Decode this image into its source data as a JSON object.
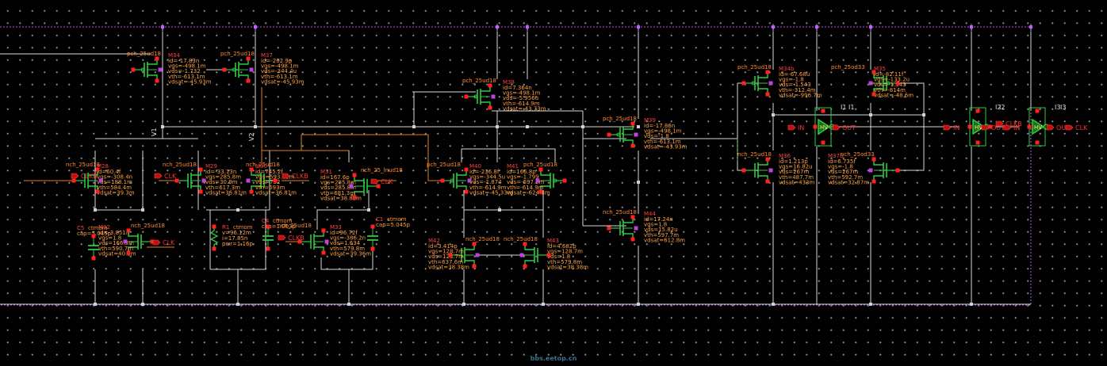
{
  "colors": {
    "rail": "#b65cf0",
    "wire": "#d8d8d8",
    "dev": "#2ecc40",
    "label": "#ff8a30",
    "param": "#ffa040",
    "pin": "#ff2020",
    "net": "#e08020",
    "pnet": "#c070ff",
    "watermark": "#3a6e8a"
  },
  "net_labels": [
    "V1",
    "V2",
    "I1",
    "I2",
    "I3"
  ],
  "pins": [
    {
      "id": "clkb_1",
      "text": "CLKB"
    },
    {
      "id": "clk_1",
      "text": "CLK"
    },
    {
      "id": "clkb_2",
      "text": "CLKB"
    },
    {
      "id": "clk_2",
      "text": "CLK"
    },
    {
      "id": "clk_3",
      "text": "CLK"
    },
    {
      "id": "clkb_3",
      "text": "CLKB"
    },
    {
      "id": "in_1",
      "text": "IN"
    },
    {
      "id": "out_1",
      "text": "OUT"
    },
    {
      "id": "in_2",
      "text": "IN"
    },
    {
      "id": "out_2",
      "text": "OUT"
    },
    {
      "id": "clkb_4",
      "text": "CLKB"
    },
    {
      "id": "in_3",
      "text": "IN"
    },
    {
      "id": "out_3",
      "text": "OUT"
    },
    {
      "id": "clk_4",
      "text": "CLK"
    }
  ],
  "devices": [
    {
      "id": "M34",
      "model": "pch_25ud18",
      "params": [
        "id=-17.83n",
        "vgs=-498.1m",
        "vds=-1.732",
        "vth=-613.1m",
        "vdsat=-45.93m"
      ]
    },
    {
      "id": "M37",
      "model": "pch_25ud18",
      "params": [
        "id=-202.9p",
        "vgs=-498.1m",
        "vds=-344.4u",
        "vth=-613.1m",
        "vdsat=-45.93m"
      ]
    },
    {
      "id": "M38",
      "model": "pch_25ud18",
      "params": [
        "id=7.364n",
        "vgs=-498.1m",
        "vds=-5.956u",
        "vth=-614.9m",
        "vdsat=-43.73m"
      ]
    },
    {
      "id": "M39",
      "model": "pch_25ud18",
      "params": [
        "id=-17.86n",
        "vgs=-498.1m",
        "vds=-1.8",
        "vth=-613.1m",
        "vdsat=-43.93m"
      ]
    },
    {
      "id": "M34b",
      "model": "pch_25ud18",
      "params": [
        "id=-67.68u",
        "vgs=-1.8",
        "vds=-1.543",
        "vth=-312.4m",
        "vdsat=-996.7m"
      ]
    },
    {
      "id": "M35",
      "model": "pch_25od33",
      "params": [
        "id=-82.11f",
        "vgs=-133.2u",
        "vds=-1.543",
        "vth=-814m",
        "vdsat=-48.6m"
      ]
    },
    {
      "id": "M28",
      "model": "nch_25ud18",
      "params": [
        "id=60.4f",
        "vgs=-308.4n",
        "vds=188.1m",
        "vth=584.4m",
        "vdsat=39.3m"
      ]
    },
    {
      "id": "M29",
      "model": "nch_25ud18",
      "params": [
        "id=-33.13n",
        "vgs=285.8m",
        "vds=30.9m",
        "vth=617.3m",
        "vdsat=36.81m"
      ]
    },
    {
      "id": "M30",
      "model": "nch_25ud18",
      "params": [
        "id=745.2f",
        "vgs=593.12m",
        "vds=732",
        "vth=593m",
        "vdsat=36.81m"
      ]
    },
    {
      "id": "M31",
      "model": "nch_25_lnud18",
      "params": [
        "id=167.6p",
        "vgs=285.8m",
        "vds=285.8m",
        "vth=681.3m",
        "vdsat=38.82m"
      ]
    },
    {
      "id": "M32",
      "model": "nch_25ud18",
      "params": [
        "id=-3.851n",
        "vgs=1.8",
        "vds=166.3m",
        "vth=590.7m",
        "vdsat=40.2m"
      ]
    },
    {
      "id": "M33",
      "model": "nch_25ud18",
      "params": [
        "id=96.72f",
        "vgs=-386.2n",
        "vds=1.634",
        "vth=579.8m",
        "vdsat=39.36m"
      ]
    },
    {
      "id": "M40",
      "model": "pch_25ud18",
      "params": [
        "id=-236.8f",
        "vgs=-344.5u",
        "vds=-1.874",
        "vth=-614.9m",
        "vdsat=-45.33m"
      ]
    },
    {
      "id": "M41",
      "model": "pch_25ud18",
      "params": [
        "id=166.8p",
        "vgs=-1.799",
        "vds=-697.8m",
        "vth=-614.9m",
        "vdsat=-624.8m"
      ]
    },
    {
      "id": "M42",
      "model": "nch_25ud18",
      "params": [
        "id=3.414p",
        "vgs=128.7m",
        "vds=123.7m",
        "vth=637.6m",
        "vdsat=38.38m"
      ]
    },
    {
      "id": "M43",
      "model": "nch_25ud18",
      "params": [
        "id=4.682p",
        "vgs=128.7m",
        "vds=1.8",
        "vth=579.8m",
        "vdsat=38.38m"
      ]
    },
    {
      "id": "M44",
      "model": "nch_25ud18",
      "params": [
        "id=17.24n",
        "vgs=1.8",
        "vds=15.82u",
        "vth=597.7m",
        "vdsat=612.8m"
      ]
    },
    {
      "id": "M36",
      "model": "nch_25ud18",
      "params": [
        "id=1.213p",
        "vgs=16.82u",
        "vds=267m",
        "vth=487.7m",
        "vdsat=433m"
      ]
    },
    {
      "id": "M37b",
      "model": "nch_25od33",
      "params": [
        "id=6.735f",
        "vgs=-1.8",
        "vds=267m",
        "vth=592.7m",
        "vdsat=32.87m"
      ]
    }
  ],
  "passives": [
    {
      "id": "C5",
      "model": "ctmom",
      "params": [
        "cap=5.045p"
      ]
    },
    {
      "id": "R1",
      "model": "ctmom",
      "params": [
        "v=96.12m",
        "i=17.85n",
        "pwr=1.16p"
      ]
    },
    {
      "id": "C4",
      "model": "ctmom",
      "params": [
        "cap=1.003p"
      ]
    },
    {
      "id": "C1",
      "model": "ctmom",
      "params": [
        "cap=5.045p"
      ]
    }
  ],
  "inverters": [
    {
      "id": "I1",
      "sym": "HV"
    },
    {
      "id": "I2",
      "sym": "HV"
    },
    {
      "id": "I3",
      "sym": "HV"
    }
  ],
  "watermark": "bbs.eetop.cn"
}
